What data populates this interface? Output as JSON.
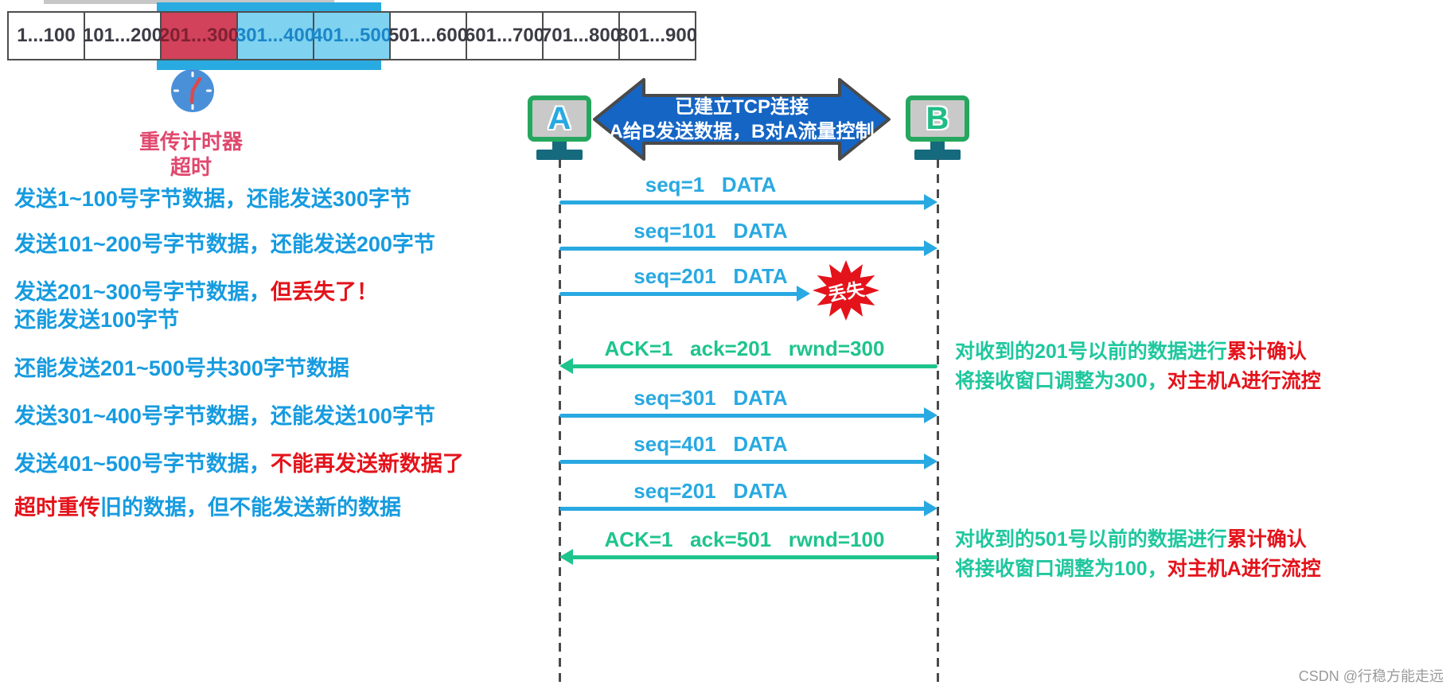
{
  "byte_table": {
    "cells": [
      {
        "label": "1...100",
        "state": "normal"
      },
      {
        "label": "101...200",
        "state": "normal"
      },
      {
        "label": "201...300",
        "state": "lost"
      },
      {
        "label": "301...400",
        "state": "window"
      },
      {
        "label": "401...500",
        "state": "window"
      },
      {
        "label": "501...600",
        "state": "normal"
      },
      {
        "label": "601...700",
        "state": "normal"
      },
      {
        "label": "701...800",
        "state": "normal"
      },
      {
        "label": "801...900",
        "state": "normal"
      }
    ]
  },
  "timer": {
    "icon": "clock-icon",
    "line1": "重传计时器",
    "line2": "超时"
  },
  "left_notes": [
    {
      "pre": "发送1~100号字节数据，还能发送300字节",
      "red": "",
      "post": ""
    },
    {
      "pre": "发送101~200号字节数据，还能发送200字节",
      "red": "",
      "post": ""
    },
    {
      "pre": "发送201~300号字节数据，",
      "red": "但丢失了！",
      "post": ""
    },
    {
      "pre": "还能发送100字节",
      "red": "",
      "post": ""
    },
    {
      "pre": "还能发送201~500号共300字节数据",
      "red": "",
      "post": ""
    },
    {
      "pre": "发送301~400号字节数据，还能发送100字节",
      "red": "",
      "post": ""
    },
    {
      "pre": "发送401~500号字节数据，",
      "red": "不能再发送新数据了",
      "post": ""
    },
    {
      "pre": "",
      "red": "超时重传",
      "post": "旧的数据，但不能发送新的数据"
    }
  ],
  "hosts": {
    "a": "A",
    "b": "B"
  },
  "banner": {
    "line1": "已建立TCP连接",
    "line2": "A给B发送数据，B对A流量控制"
  },
  "messages": [
    {
      "label": "seq=1   DATA",
      "type": "data"
    },
    {
      "label": "seq=101   DATA",
      "type": "data"
    },
    {
      "label": "seq=201   DATA",
      "type": "data-lost",
      "burst": "丢失"
    },
    {
      "label": "ACK=1   ack=201   rwnd=300",
      "type": "ack"
    },
    {
      "label": "seq=301   DATA",
      "type": "data"
    },
    {
      "label": "seq=401   DATA",
      "type": "data"
    },
    {
      "label": "seq=201   DATA",
      "type": "data"
    },
    {
      "label": "ACK=1   ack=501   rwnd=100",
      "type": "ack"
    }
  ],
  "right_notes": [
    {
      "line1_green": "对收到的201号以前的数据进行",
      "line1_red": "累计确认",
      "line2_green": "将接收窗口调整为300，",
      "line2_red": "对主机A进行流控"
    },
    {
      "line1_green": "对收到的501号以前的数据进行",
      "line1_red": "累计确认",
      "line2_green": "将接收窗口调整为100，",
      "line2_red": "对主机A进行流控"
    }
  ],
  "watermark": "CSDN @行稳方能走远",
  "colors": {
    "blue_text": "#169BDF",
    "msg_blue": "#29A9E1",
    "green": "#1EC48C",
    "green_text": "#1FC79E",
    "red": "#E4131B",
    "banner_blue": "#1565C4",
    "table_red": "#D2425A",
    "table_blue": "#7FD3F1",
    "band_blue": "#29ABE2",
    "monitor_green": "#25A75F",
    "stand_teal": "#156A7E",
    "clock_blue": "#4A90D9",
    "timer_pink": "#E0486E",
    "letter_a": "#29A9E1",
    "letter_b": "#1FBC86",
    "cell_text": "#3C3C46",
    "watermark": "#9A9A9A"
  }
}
